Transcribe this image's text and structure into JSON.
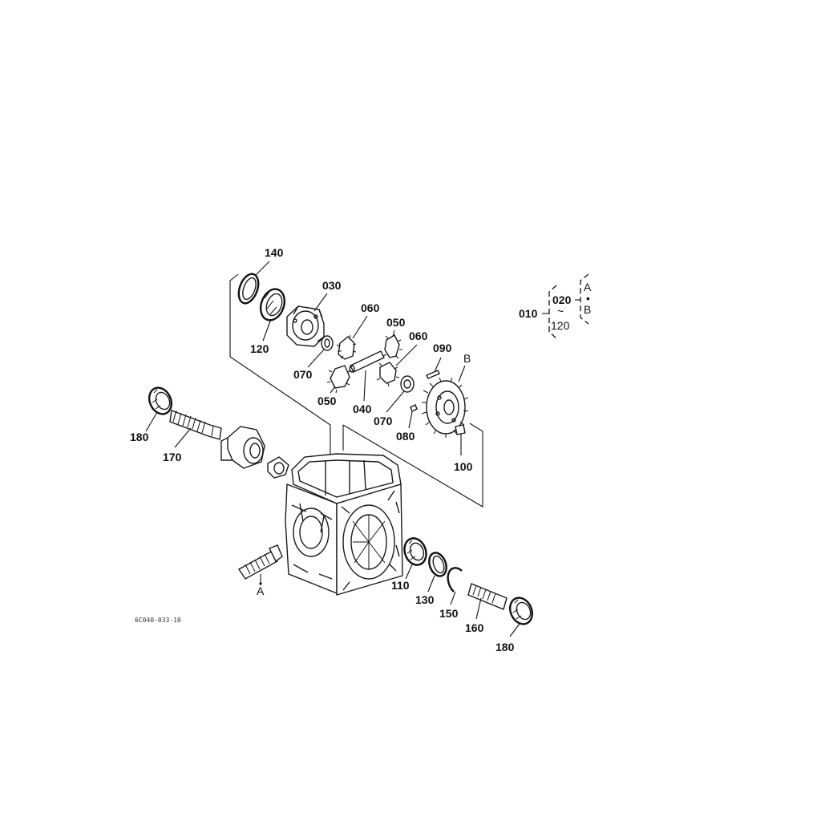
{
  "diagram": {
    "labels": {
      "p140": "140",
      "p030": "030",
      "p120": "120",
      "p060a": "060",
      "p050a": "050",
      "p060b": "060",
      "p090": "090",
      "pB": "B",
      "p070a": "070",
      "p050b": "050",
      "p040": "040",
      "p070b": "070",
      "p080": "080",
      "p100": "100",
      "p180a": "180",
      "p170": "170",
      "pA": "A",
      "p110": "110",
      "p130": "130",
      "p150": "150",
      "p160": "160",
      "p180b": "180"
    },
    "legend": {
      "p010": "010",
      "p020": "020",
      "p120": "120",
      "optA": "A",
      "optB": "B",
      "dot": "•",
      "tilde": "~"
    },
    "drawing_code": "6C040-033-10"
  }
}
